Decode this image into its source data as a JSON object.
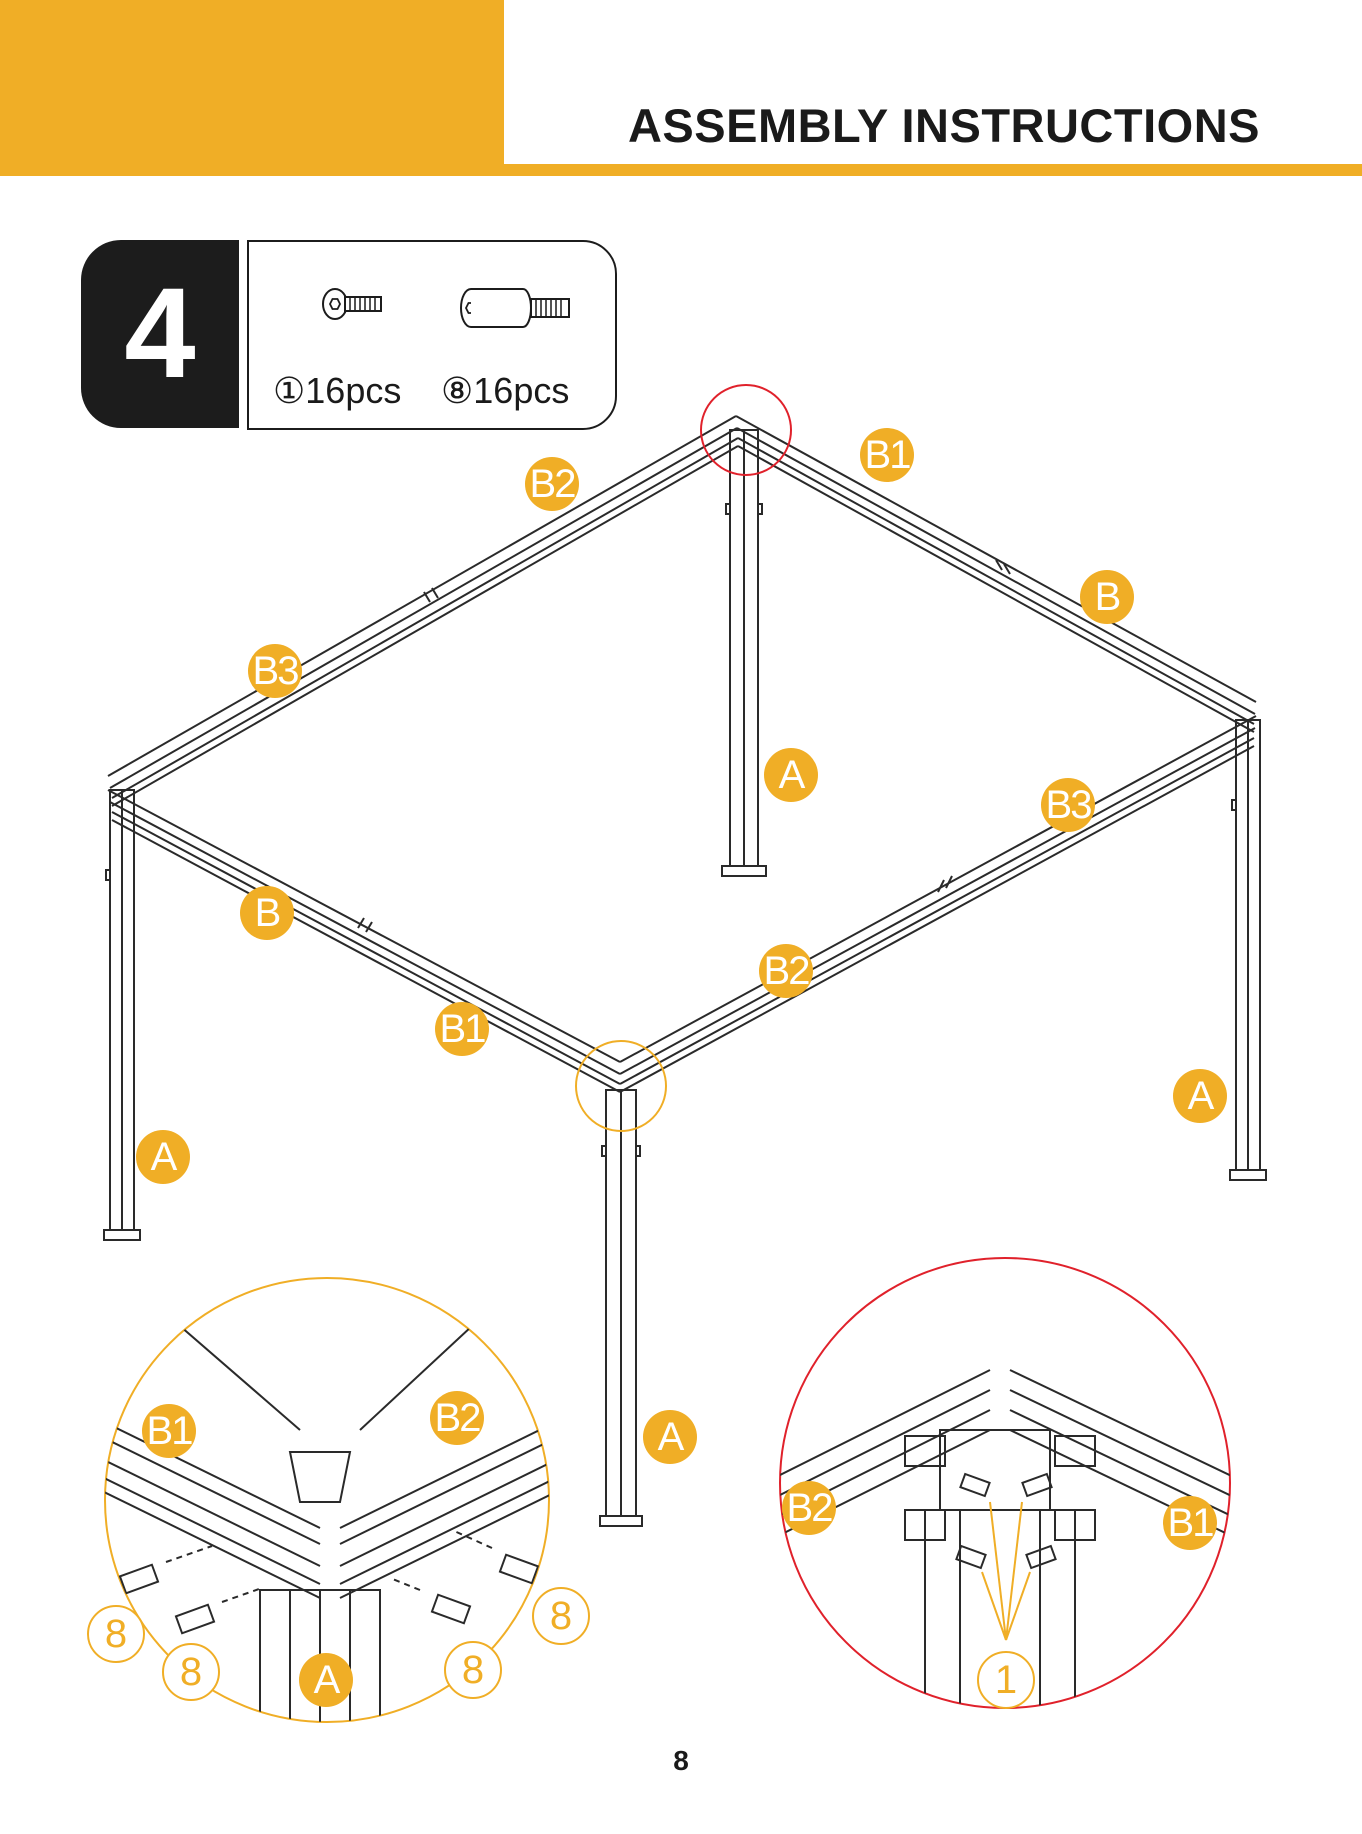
{
  "header": {
    "title": "ASSEMBLY INSTRUCTIONS"
  },
  "step": {
    "number": "4"
  },
  "hardware": {
    "items": [
      {
        "label": "①16pcs",
        "icon": "button-head-bolt-icon"
      },
      {
        "label": "⑧16pcs",
        "icon": "threaded-spacer-icon"
      }
    ]
  },
  "labels": {
    "b2_top": "B2",
    "b1_top": "B1",
    "b_right": "B",
    "b3_left": "B3",
    "a_back": "A",
    "b3_right": "B3",
    "b_left": "B",
    "b2_front": "B2",
    "b1_front": "B1",
    "a_left": "A",
    "a_right": "A",
    "a_front": "A"
  },
  "detail_left": {
    "b1": "B1",
    "b2": "B2",
    "a": "A",
    "eight": "8"
  },
  "detail_right": {
    "b2": "B2",
    "b1": "B1",
    "one": "1"
  },
  "colors": {
    "accent": "#F0AE26",
    "ink": "#1c1c1c",
    "highlight": "#E0212B"
  },
  "page_number": "8"
}
